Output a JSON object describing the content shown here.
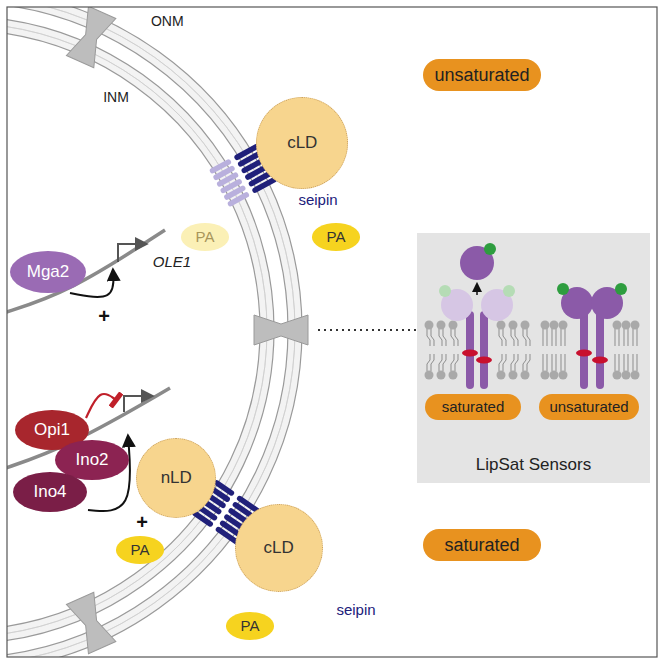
{
  "diagram": {
    "nodes": [
      {
        "text": [
          "Mga2"
        ]
      },
      {
        "text": [
          "cLD"
        ]
      },
      {
        "text": [
          "PA"
        ]
      },
      {
        "text": [
          "PA"
        ]
      },
      {
        "text": [
          "unsaturated"
        ]
      },
      {
        "text": [
          "LipSat Sensors"
        ]
      },
      {
        "text": [
          "saturated"
        ],
        "in": 5
      },
      {
        "text": [
          "unsaturated"
        ],
        "in": 5
      },
      {
        "text": [
          "Opi1"
        ]
      },
      {
        "text": [
          "Ino2"
        ]
      },
      {
        "text": [
          "Ino4"
        ]
      },
      {
        "text": [
          "nLD"
        ]
      },
      {
        "text": [
          "cLD"
        ]
      },
      {
        "text": [
          "PA"
        ]
      },
      {
        "text": [
          "PA"
        ]
      },
      {
        "text": [
          "saturated"
        ]
      }
    ],
    "labels": [
      "ONM",
      "INM",
      "seipin",
      "OLE1",
      "+",
      "seipin",
      "+"
    ]
  }
}
